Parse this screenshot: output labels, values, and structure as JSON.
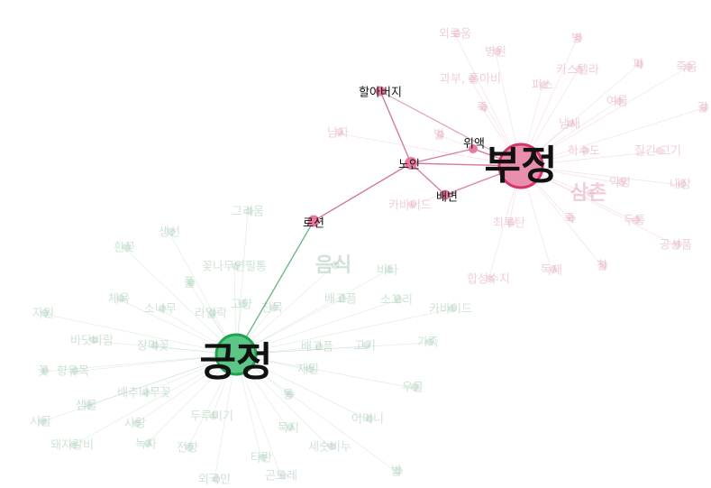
{
  "colors": {
    "positive": "#2fb565",
    "negative": "#e4608e",
    "path_edge": "#d47a98",
    "green_edge": "#4aa86a",
    "faint_pink": "#e2a9b9",
    "faint_green": "#a9cdb5"
  },
  "hubs": {
    "positive": "긍정",
    "negative": "부정"
  },
  "path_nodes": {
    "lotion": "로션",
    "elder": "노인",
    "grandpa": "할아버지",
    "stomach": "위액",
    "feces": "배변"
  },
  "faint_pink_words": [
    "외로움",
    "병원",
    "병",
    "과부, 홀아비",
    "카스텔라",
    "피",
    "죽음",
    "펴스",
    "갈",
    "죽",
    "냄새",
    "여름",
    "남자",
    "벌",
    "질긴 고기",
    "하수도",
    "악명",
    "내장",
    "삼촌",
    "카바이드",
    "최루탄",
    "죽",
    "두통",
    "공산품",
    "합성수지",
    "독재",
    "침"
  ],
  "faint_green_words": [
    "그리움",
    "음식",
    "비타",
    "배고픔",
    "소꼬리",
    "카바이드",
    "흰꽃",
    "생선",
    "꽃나무연필통",
    "풀",
    "자원",
    "체육",
    "소나무",
    "라일락",
    "고향",
    "친목",
    "바닷바람",
    "장미꽃",
    "가족",
    "고기",
    "배고픔",
    "향유목",
    "재밀",
    "샘물",
    "배추나무꽃",
    "통",
    "사랑",
    "두루미기",
    "묵지",
    "어머니",
    "돼지갈비",
    "녹차",
    "전향",
    "타란",
    "세숫비누",
    "곤드레",
    "외국인",
    "밥",
    "꽃",
    "시골",
    "우물"
  ]
}
